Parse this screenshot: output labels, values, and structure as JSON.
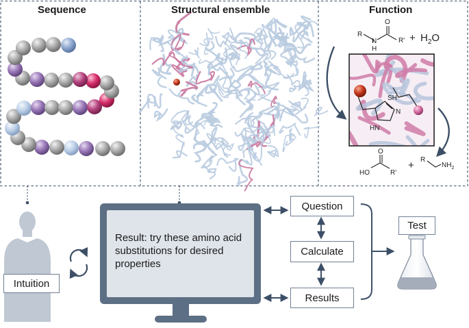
{
  "panels": {
    "sequence_title": "Sequence",
    "structure_title": "Structural ensemble",
    "function_title": "Function"
  },
  "reaction": {
    "r": "R",
    "r_prime": "R'",
    "n": "N",
    "h": "H",
    "o": "O",
    "plus": "+",
    "water": "H",
    "water_sub": "2",
    "water_o": "O",
    "ho": "HO",
    "nh": "NH",
    "nh_sub": "2",
    "sh": "SH",
    "hn": "HN",
    "n_ring": "N"
  },
  "workflow": {
    "intuition": "Intuition",
    "screen_text": "Result: try these amino acid substitutions for desired properties",
    "question": "Question",
    "calculate": "Calculate",
    "results": "Results",
    "test": "Test"
  },
  "colors": {
    "outline": "#3d4f66",
    "bead_gray": "#a5a5a5",
    "bead_blue": "#8fa8cf",
    "bead_purple": "#9a78b8",
    "bead_magenta": "#b4437e",
    "bead_pink": "#d23a73",
    "bead_lightblue": "#b9cde6",
    "person": "#bfc8d3",
    "screen": "#dfe4ea",
    "monitor": "#5d6f84",
    "flask_liquid": "#a5adbb",
    "ribbon_blue": "#b9cbe0",
    "ribbon_pink": "#c9779f"
  }
}
